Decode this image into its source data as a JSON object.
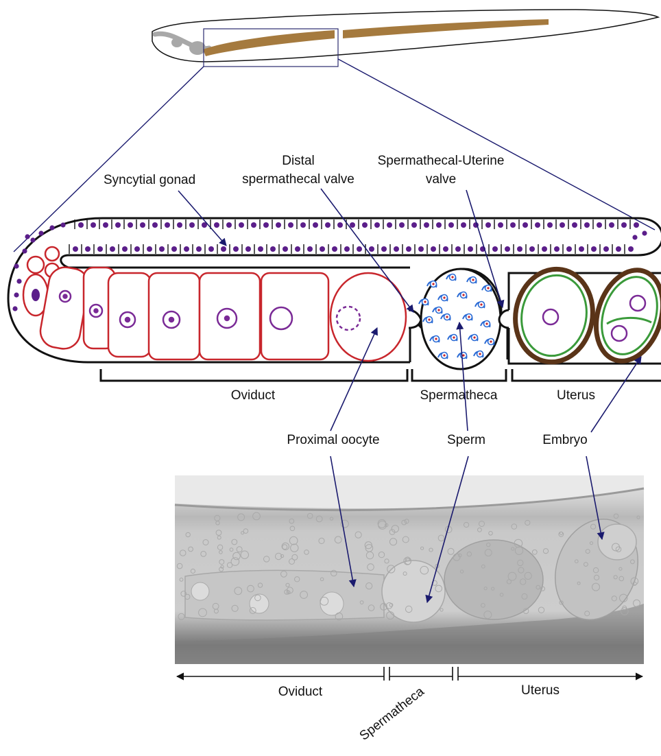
{
  "labels": {
    "syncytial_gonad": "Syncytial gonad",
    "distal_valve_line1": "Distal",
    "distal_valve_line2": "spermathecal valve",
    "sp_ut_valve_line1": "Spermathecal-Uterine",
    "sp_ut_valve_line2": "valve",
    "oviduct": "Oviduct",
    "spermatheca": "Spermatheca",
    "uterus": "Uterus",
    "proximal_oocyte": "Proximal oocyte",
    "sperm": "Sperm",
    "embryo": "Embryo",
    "photo_oviduct": "Oviduct",
    "photo_spermatheca": "Spermatheca",
    "photo_uterus": "Uterus"
  },
  "colors": {
    "gonad_fill": "#a57a3e",
    "nuclei": "#5b1e8a",
    "oocyte_outline": "#c8262c",
    "nucleus_ring": "#7a2a96",
    "sperm": "#2a6ad4",
    "embryo_shell": "#5a3418",
    "embryo_inner": "#3a9a3a",
    "pointer": "#1a1a6e",
    "outline": "#111111"
  }
}
